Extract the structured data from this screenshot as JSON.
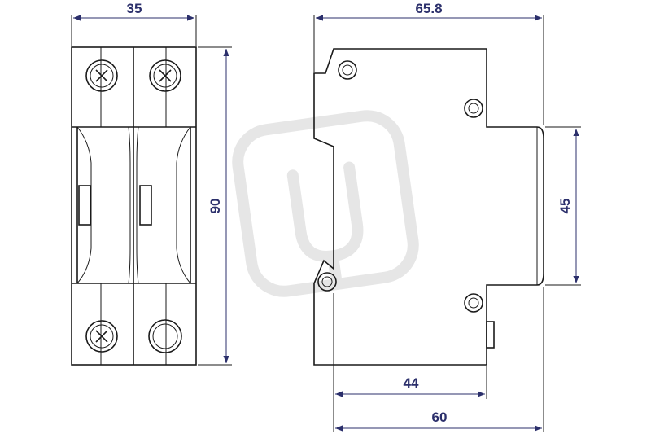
{
  "colors": {
    "outline": "#1a1a1a",
    "dimension": "#2b2f6b",
    "watermark": "#e6e6e6",
    "background": "#ffffff"
  },
  "dimensions": {
    "front_width": "35",
    "height": "90",
    "side_depth": "65.8",
    "rail_height": "45",
    "depth_to_front": "44",
    "total_depth": "60"
  },
  "watermark_icon": "plug-logo-icon"
}
